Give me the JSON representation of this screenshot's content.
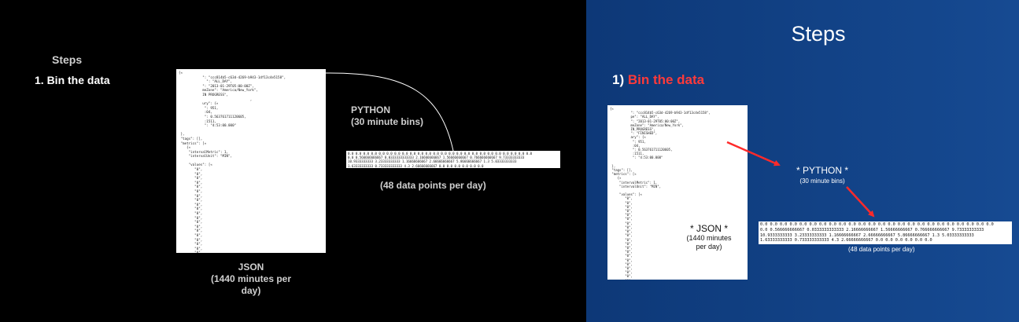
{
  "left": {
    "steps_heading": "Steps",
    "step1": "1.  Bin the data",
    "python_title": "PYTHON",
    "python_sub": "(30 minute bins)",
    "points_per_day": "(48 data points per day)",
    "json_title": "JSON",
    "json_sub": "(1440 minutes per day)"
  },
  "right": {
    "steps_heading": "Steps",
    "step1_num": "1) ",
    "step1_text": "Bin the data",
    "python_title": "* PYTHON *",
    "python_sub": "(30 minute bins)",
    "points_per_day": "(48 data points per day)",
    "json_title": "* JSON *",
    "json_sub": "(1440 minutes per day)"
  },
  "colors": {
    "left_bg": "#000000",
    "right_bg": "#124286",
    "accent_red": "#ff3a3a"
  },
  "bins_text": "0.0 0.0 0.0 0.0 0.0 0.0 0.0 0.0 0.0 0.0 0.0 0.0 0.0 0.0 0.0 0.0 0.0 0.0 0.0 0.0 0.0 0.0 0.0 0.0\n0.0 0.566666666667 0.0333333333333 2.16666666667 1.56666666667 0.766666666667 9.73333333333\n10.9333333333 3.23333333333 1.16666666667 2.66666666667 5.86666666667 1.3 5.03333333333\n1.63333333333 0.733333333333 4.3 2.66666666667 0.0 0.0 0.0 0.0 0.0 0.0",
  "json_snippet_left": "{«\n            \": \"ccc814b5-c63d-4269-b943-1df13c4e5158\",\n              \": \"ALL_DAY\",\n            \": \"2013-01-29T05:00:00Z\",\n            meZone\": \"America/New_York\",\n            IN PROGRESS\",\n                                    ,\n            ury\": {«\n             \": 951,\n             :04,\n             \": 0.563761711120605,\n             :1511,\n             \": \"4:53:00.000\"\n\n },\n \"tags\": [],\n \"metrics\": [«\n    {«\n     \"intervalMetric\": 1,\n     \"intervalUnit\": \"MIN\",\n\n     \"values\": [«\n        \"0\",\n        \"0\",\n        \"0\",\n        \"0\",\n        \"0\",\n        \"0\",\n        \"0\",\n        \"0\",\n        \"0\",\n        \"0\",\n        \"0\",\n        \"0\",\n        \"0\",\n        \"0\",\n        \"0\",\n        \"0\",\n        \"0\",\n        \"0\",\n        \"0\",\n        \"0\",\n        \"0\",\n        \"0\",\n        \"0\",\n        \"0\",",
  "json_snippet_right": "{«\n           \": \"ccc814b5-c63d-4269-b943-1df13c4e5158\",\n           pe\": \"ALL_DAY\",\n           \": \"2013-01-29T05:00:00Z\",\n           meZone\": \"America/New_York\",\n           IN_PROGRESS\",\n           \": \"FINISHED\",\n           ary\": {«\n            \": 951,\n            :04,\n            \": 0.563761711120605,\n            :1511,\n            \": \"4:53:00.000\"\n\n },\n \"tags\": [],\n \"metrics\": [«\n    {«\n     \"intervalMetric\": 1,\n     \"intervalUnit\": \"MIN\",\n\n     \"values\": [«\n        \"0\",\n        \"0\",\n        \"0\",\n        \"0\",\n        \"0\",\n        \"0\",\n        \"0\",\n        \"0\",\n        \"0\",\n        \"0\",\n        \"0\",\n        \"0\",\n        \"0\",\n        \"0\",\n        \"0\",\n        \"0\",\n        \"0\",\n        \"0\",\n        \"0\",\n        \"0\",\n        \"0\","
}
